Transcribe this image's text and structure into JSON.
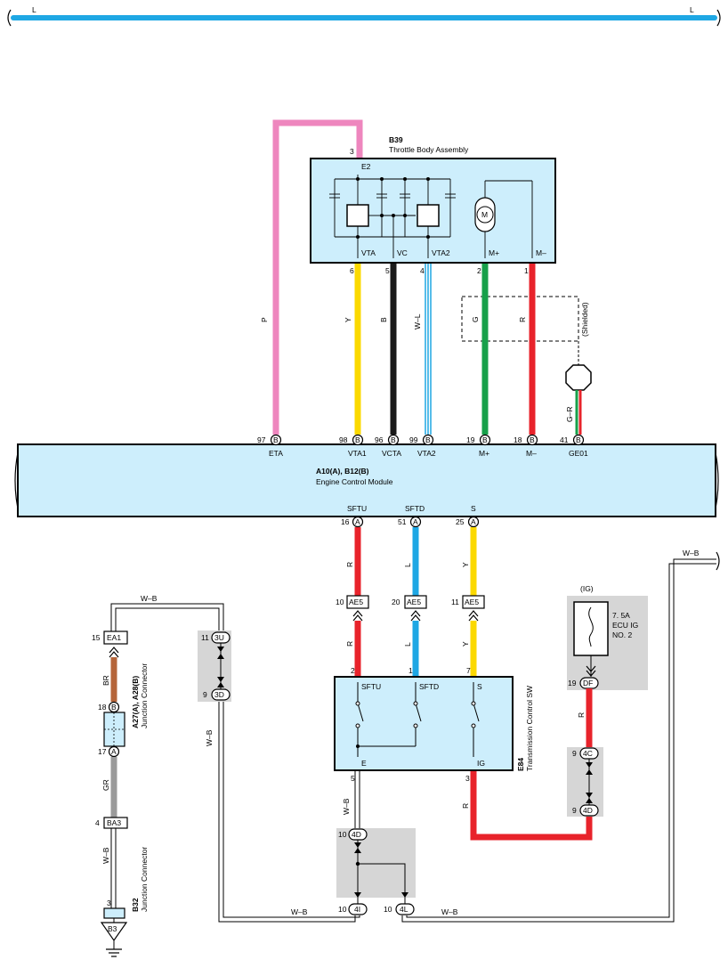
{
  "top_bus": {
    "left_label": "L",
    "right_label": "L",
    "color": "#1ea7e4"
  },
  "throttle": {
    "code": "B39",
    "name": "Throttle Body Assembly",
    "pins": {
      "e2_num": "3",
      "e2": "E2",
      "vta_num": "6",
      "vta": "VTA",
      "vc_num": "5",
      "vc": "VC",
      "vta2_num": "4",
      "vta2": "VTA2",
      "mplus_num": "2",
      "mplus": "M+",
      "mminus_num": "1",
      "mminus": "M–"
    },
    "motor": "M"
  },
  "wires": {
    "p": "P",
    "y": "Y",
    "b": "B",
    "wl": "W–L",
    "g": "G",
    "r": "R",
    "gr_shield": "G–R",
    "shielded": "(Shielded)",
    "r_sftu": "R",
    "l_sftd": "L",
    "y_s": "Y",
    "r_sftu2": "R",
    "l_sftd2": "L",
    "y_s2": "Y",
    "wb_top_left": "W–B",
    "wb_top_right": "W–B",
    "br": "BR",
    "gr": "GR",
    "wb_ba3": "W–B",
    "wb_left_vertical": "W–B",
    "wb_e84": "W–B",
    "r_ig": "R",
    "r_fuse": "R",
    "wb_bottom_left": "W–B",
    "wb_bottom_right": "W–B"
  },
  "colors": {
    "pink": "#ee86be",
    "yellow": "#fbd900",
    "black": "#1a1a1a",
    "green": "#17a04a",
    "red": "#e8232b",
    "blue": "#1ea7e4",
    "brown": "#b5653a",
    "gray": "#9a9a9a",
    "box_fill": "#cdeefc",
    "shade": "#d6d6d6"
  },
  "ecm": {
    "code": "A10(A), B12(B)",
    "name": "Engine Control Module",
    "top_pins": [
      {
        "num": "97",
        "conn": "B",
        "label": "ETA"
      },
      {
        "num": "98",
        "conn": "B",
        "label": "VTA1"
      },
      {
        "num": "96",
        "conn": "B",
        "label": "VCTA"
      },
      {
        "num": "99",
        "conn": "B",
        "label": "VTA2"
      },
      {
        "num": "19",
        "conn": "B",
        "label": "M+"
      },
      {
        "num": "18",
        "conn": "B",
        "label": "M–"
      },
      {
        "num": "41",
        "conn": "B",
        "label": "GE01"
      }
    ],
    "bottom_pins": [
      {
        "num": "16",
        "conn": "A",
        "label": "SFTU"
      },
      {
        "num": "51",
        "conn": "A",
        "label": "SFTD"
      },
      {
        "num": "25",
        "conn": "A",
        "label": "S"
      }
    ]
  },
  "ae5": [
    {
      "num": "10",
      "conn": "AE5"
    },
    {
      "num": "20",
      "conn": "AE5"
    },
    {
      "num": "11",
      "conn": "AE5"
    }
  ],
  "trans_sw": {
    "code": "E84",
    "name": "Transmission Control SW",
    "pins": {
      "sftu_num": "2",
      "sftu": "SFTU",
      "sftd_num": "1",
      "sftd": "SFTD",
      "s_num": "7",
      "s": "S",
      "e_num": "5",
      "e": "E",
      "ig_num": "3",
      "ig": "IG"
    }
  },
  "fuse": {
    "supply": "(IG)",
    "line1": "7. 5A",
    "line2": "ECU IG",
    "line3": "NO. 2",
    "df_num": "19",
    "df": "DF"
  },
  "j4c": {
    "top_num": "9",
    "top": "4C",
    "bot_num": "9",
    "bot": "4D"
  },
  "j3u": {
    "top_num": "11",
    "top": "3U",
    "bot_num": "9",
    "bot": "3D"
  },
  "j4d": {
    "top_num": "10",
    "top": "4D",
    "l_num": "10",
    "l": "4I",
    "r_num": "10",
    "r": "4L"
  },
  "left_chain": {
    "ea1_num": "15",
    "ea1": "EA1",
    "a27_top_num": "18",
    "a27_top": "B",
    "a27_bot_num": "17",
    "a27_bot": "A",
    "a27_code": "A27(A), A28(B)",
    "a27_name": "Junction Connector",
    "ba3_num": "4",
    "ba3": "BA3",
    "b32_num": "3",
    "b32_code": "B32",
    "b32_name": "Junction Connector",
    "ground": "B3"
  }
}
